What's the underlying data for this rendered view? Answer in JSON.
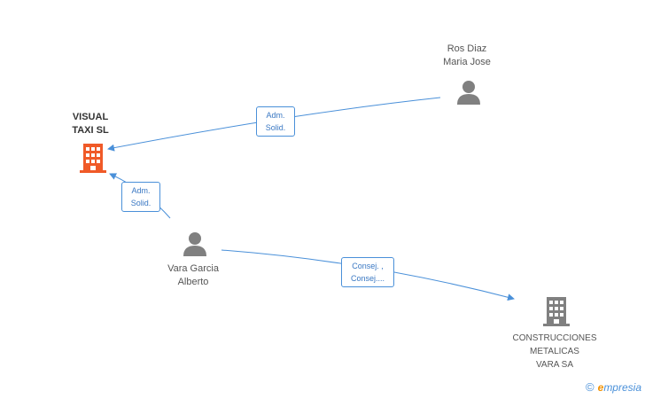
{
  "nodes": {
    "visual_taxi": {
      "lines": [
        "VISUAL",
        "TAXI SL"
      ],
      "color": "#f05a28"
    },
    "ros_diaz": {
      "lines": [
        "Ros Diaz",
        "Maria Jose"
      ]
    },
    "vara_garcia": {
      "lines": [
        "Vara Garcia",
        "Alberto"
      ]
    },
    "construcciones": {
      "lines": [
        "CONSTRUCCIONES",
        "METALICAS",
        "VARA SA"
      ]
    }
  },
  "edges": {
    "ros_to_visual": {
      "lines": [
        "Adm.",
        "Solid."
      ]
    },
    "vara_to_visual": {
      "lines": [
        "Adm.",
        "Solid."
      ]
    },
    "vara_to_construcciones": {
      "lines": [
        "Consej. ,",
        "Consej...."
      ]
    }
  },
  "footer": {
    "copyright": "©",
    "brand_e": "e",
    "brand_rest": "mpresia"
  },
  "colors": {
    "edge": "#4a90d9",
    "person": "#808080",
    "company": "#808080",
    "main_company": "#f05a28"
  }
}
